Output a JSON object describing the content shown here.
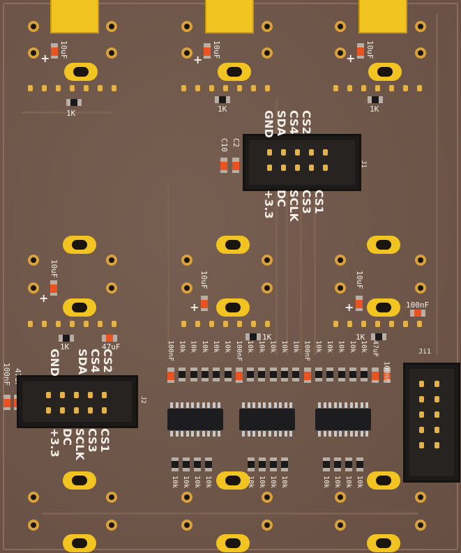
{
  "board": {
    "colors": {
      "substrate": "#6f5648",
      "gold": "#f2c421",
      "silkscreen": "#f4efe8",
      "capacitor": "#ea5220"
    },
    "top_cells": [
      {
        "cap": "10uF",
        "res": "1K",
        "polarity": "+"
      },
      {
        "cap": "10uF",
        "res": "1K",
        "polarity": "+"
      },
      {
        "cap": "10uF",
        "res": "1K",
        "polarity": "+"
      }
    ],
    "mid_cells": [
      {
        "cap": "10uF",
        "res": "1K",
        "polarity": "+"
      },
      {
        "cap": "10uF",
        "res": "1K",
        "polarity": "+"
      },
      {
        "cap": "10uF",
        "res": "1K",
        "polarity": "+"
      }
    ],
    "extra_labels": {
      "c10": "C10",
      "c2": "C2",
      "mid_right_cap": "100nF",
      "mid_left_cap": "47uF",
      "left_edge_1": "100nF",
      "left_edge_2": "47uF"
    },
    "connector_top": {
      "ref": "J1",
      "top_labels": [
        "GND",
        "SDA",
        "CS4",
        "CS2"
      ],
      "bottom_labels": [
        "+3.3",
        "DC",
        "SCLK",
        "CS3",
        "CS1"
      ]
    },
    "connector_left": {
      "ref": "J2",
      "top_labels": [
        "GND",
        "SDA",
        "CS4",
        "CS2"
      ],
      "bottom_labels": [
        "+3.3",
        "DC",
        "SCLK",
        "CS3",
        "CS1"
      ]
    },
    "connector_right": {
      "ref": "Ji1"
    },
    "resistor_row": [
      "100nF",
      "10k",
      "10k",
      "10k",
      "10k",
      "10k",
      "100nF",
      "10k",
      "10k",
      "10k",
      "10k",
      "10k",
      "100nF",
      "10k",
      "10k",
      "10k",
      "10k",
      "10k",
      "47uF",
      "100nF"
    ],
    "bottom_resistors": [
      "10k",
      "10k",
      "10k",
      "10k",
      "10k",
      "10k",
      "10k",
      "10k",
      "10k",
      "10k",
      "10k",
      "10k"
    ]
  }
}
